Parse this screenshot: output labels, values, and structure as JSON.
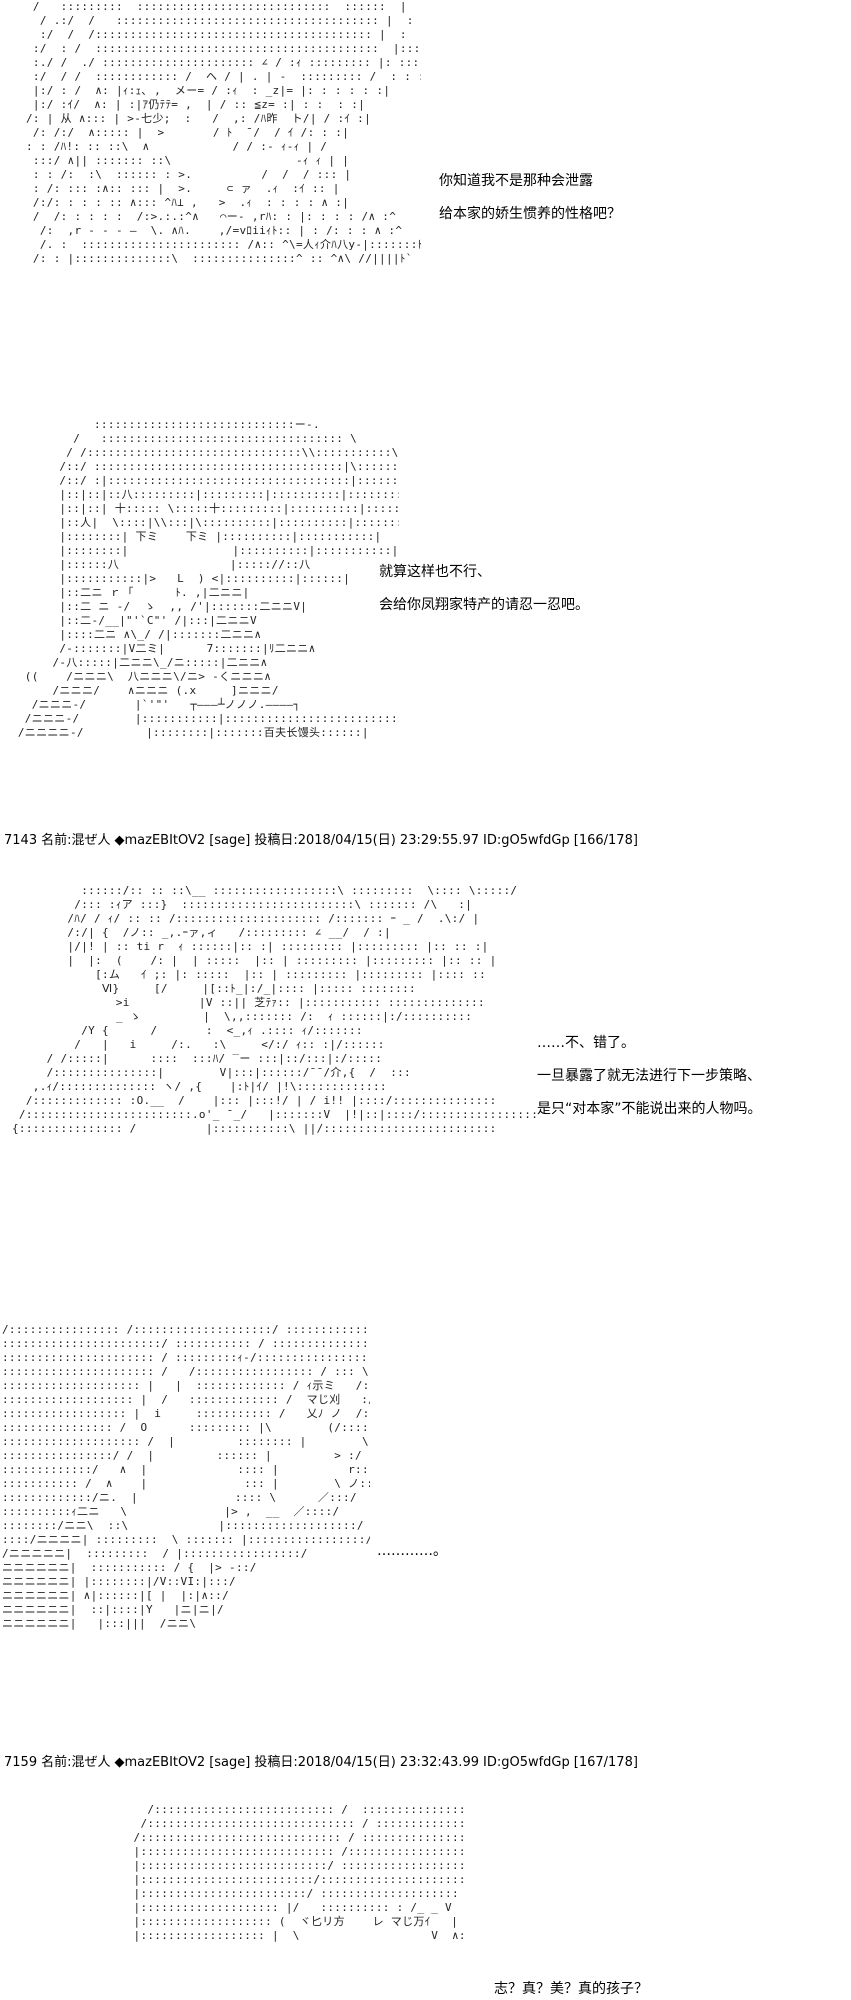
{
  "panels": [
    {
      "art": " /   :::::::::  ::::::::::::::::::::::::::::  ::::::  |  \\\n  / .:/  /   :::::::::::::::::::::::::::::::::::::: |  :  |\n  :/  /  /:::::::::::::::::::::::::::::::::::::::: |  :  :|\n :/  : /  :::::::::::::::::::::::::::::::::::::::::  |::::: |\n :./ /  ./ :::::::::::::::::::::: ∠ / :ｨ ::::::::: |: :::::: :|\n :/  / /  :::::::::::: /  ヘ / | . | -  ::::::::: /  : : : :|\n |:/ : /  ∧: |ｨ:ｪ､ ,  メー= / :ｨ  : _z|= |: : : : : :|\n |:/ :ｲ/  ∧: | :|ｱ仍ﾃﾃ= ,  | / :: ≦z= :| : :  : :|\n/: | 从 ∧::: | >-七少;  :   /  ,: /ﾊ昨  ト/| / :ｲ :|\n /: /:/  ∧::::: |  >       / ﾄ  ̄ /  / ｲ /: : :|\n: : /ﾊ!: :: ::\\  ∧            / / :- ｨ-ｨ | /\n :::/ ∧|| ::::::: ::\\                  -ｨ ｨ | |\n : : /:  :\\  :::::: : >.          /  /  / ::: |\n : /: ::: :∧:: ::: |  >.     ⊂ ァ  .ｨ  :ｲ :: |\n /:/: : : : :: ∧::: ^ﾊ⊥ ,   >  .ｨ  : : : : ∧ :|\n /  /: : : : :  /:>.:.:^∧   ⌒ー- ,rﾊ: : |: : : : /∧ :^\n  /:  ,r - - - ―  \\. ∧ﾊ.    ,/=vﾛiiｨﾄ:: | : /: : : ∧ :^\n  /. :  ::::::::::::::::::::::: /∧:: ^\\=人ｨ介ﾊ八y-|:::::::ﾄ ー - ^\n /: : |::::::::::::::\\  :::::::::::::::^ :: ^∧\\ //||||ﾄ` !/:::|:::::::::::::: \\",
      "dialog": [
        "你知道我不是那种会泄露",
        "给本家的娇生惯养的性格吧？"
      ]
    },
    {
      "art": "             :::::::::::::::::::::::::::::ー-.\n          /   ::::::::::::::::::::::::::::::::::: \\\n         / /:::::::::::::::::::::::::::::::\\\\:::::::::::\\\n        /::/ ::::::::::::::::::::::::::::::::::::|\\:::::::::\\\n        /::/ :|:::::::::::::::::::::::::::::::::::|::::::::::|\n        |::|::|::八:::::::::|:::::::::|::::::::::|:::::::::::|\n        |::|::| 十::::: \\:::::十:::::::::|::::::::::|:::::::::::|\n        |::人|  \\::::|\\\\:::|\\::::::::::|::::::::::|:::::::::::|\n        |::::::::| 下ミ    下ミ |::::::::::|:::::::::::|\n        |::::::::|               |::::::::::|:::::::::::|\n        |::::::八                |::::://::八\n        |:::::::::::|>   L  ) <|::::::::::|::::::|\n        |::二ニ ｒ ｢      ﾄ. ,|二ニニ|\n        |::二 ニ ‐/  ゝ  ,, /'|:::::::二ニニV|\n        |::二-/__|\"'`C\"' /|:::|二ニニV\n        |::::二ニ ∧\\_/ /|:::::::二ニニ∧\n        /-:::::::|V二ミ|      7:::::::|ﾘ二ニニ∧\n       /-八:::::|二ニニ\\_/ニ:::::|二ニニ∧\n   ((    /ニニニ\\  八ニニニ\\/ニ> ‐くニニニ∧\n       /ニニニ/    ∧ニニニ (.x     ]ニニニ/\n    /ニニニ-/       |`'\"'   ┬―――┴ノノノ.――――┐\n   /ニニニ-/        |:::::::::::|:::::::::::::::::::::::::::::::::|\n  /ニニニニ-/         |::::::::|:::::::百夫长馒头::::::|",
      "dialog": [
        "就算这样也不行、",
        "会给你凤翔家特产的请忍一忍吧。"
      ]
    },
    {
      "header": {
        "num": "7143",
        "name_label": "名前:",
        "name": "混ぜ人",
        "trip": "◆mazEBItOV2",
        "sage": "[sage]",
        "date_label": "投稿日:",
        "date": "2018/04/15(日) 23:29:55.97",
        "id": "ID:gO5wfdGp",
        "count": "[166/178]"
      },
      "art": "          ::::::/:: :: ::\\__ ::::::::::::::::::\\ :::::::::  \\:::: \\:::::/\n         /::: :ｨア :::}  :::::::::::::::::::::::::\\ ::::::: /\\   :|\n        /ﾊ/ / ｨ/ :: :: /::::::::::::::::::::: /::::::: ｰ _ /  .\\:/ |\n        /:/| {  /ノ:: _,.ｰァ,ィ   /::::::::: ∠ __/  / :|\n        |/|! | :: ti r  ｨ ::::::|:: :| ::::::::: |::::::::: |:: :: :|\n        |  |:  (    /: |  | :::::  |:: | ::::::::: |::::::::: |:: :: |\n            [:ム   ｲ ;: |: :::::  |:: | ::::::::: |::::::::: |:::: ::\n             Ⅵ}     [/     |[::ﾄ_|:/_|:::: |::::: ::::::::\n               >i          |V ::|| 芝ﾃｧ:: |::::::::::: ::::::::::::::\n               _ ゝ         |  \\,,::::::: /:  ｨ ::::::|:/::::::::::\n          /Y {      /       :  <_,ｨ .:::: ｨ/:::::::\n         /   |   i     /:.   :\\     </:/ ｨ:: :|/::::::\n     / /:::::|      ::::  :::ﾊ/ ‾ー :::|::/:::|:/:::::\n     /:::::::::::::::|        V|:::|::::::/¯¯/介,{  /  :::\n   ,.ｨ/:::::::::::::: ヽ/ ,{    |:ﾄ|ｲ/ |!\\:::::::::::::\n  /::::::::::::: :O.__  /    |::: |:::!/ | / i!! |::::/:::::::::::::::\n /::::::::::::::::::::::::.o'_ ¯_/   |:::::::V  |!|::|::::/:::::::::::::::::\n{::::::::::::::: /          |:::::::::::\\ ||/:::::::::::::::::::::::::",
      "dialog": [
        "……不、错了。",
        "一旦暴露了就无法进行下一步策略、",
        "是只“对本家”不能说出来的人物吗。"
      ]
    },
    {
      "art": "/:::::::::::::::: /::::::::::::::::::::/ :::::::::::::::::::: / :::::::::::::::::\n:::::::::::::::::::::::/ ::::::::::: / ::::::::::::::::::: / :::::::::::::::::::\n:::::::::::::::::::::: / :::::::::ｨ-/:::::::::::::::::::: / :::::::: -ｨ:::::::\n:::::::::::::::::::::: /   /::::::::::::::::: / ::: \\  ｲ  |:::::::|\n:::::::::::::::::::: |   |  ::::::::::::: / ｨ示ミ   /:::::::::|\n::::::::::::::::::: |  /   ::::::::::::: /  マじ刈   :/:::::::|\n:::::::::::::::::: |  i     ::::::::::: /   乂ﾉ ノ  /::::::::/\n:::::::::::::::: /  O      ::::::::: |\\        (/:::::::\n:::::::::::::::::::: /  |         :::::::: |        \\::::/\n::::::::::::::::/ /  |         :::::: |         > :/\n:::::::::::::/   ∧  |             :::: |          r::::/\n::::::::::: /  ∧    |              ::: |        \\ ノ::/\n:::::::::::::/ニ.  |              :::: \\      ／:::/\n::::::::::ｨ二ニ   \\              |> ,  __  ／::::/\n::::::::/ニニ\\  ::\\             |:::::::::::::::::::/\n::::/ニニニニ| :::::::::  \\ ::::::: |:::::::::::::::::/\n/ニニニニニ|  :::::::::  / |:::::::::::::::::/\nニニニニニニ|  ::::::::::: / {  |> ‐::/\nニニニニニニ| |::::::::|/V::VI:|:::/\nニニニニニニ| ∧|::::::|[ |  |:|∧::/\nニニニニニニ|  ::|::::|Y   |ニ|ニ|/\nニニニニニニ|   |:::|||  /ニニ\\",
      "dialog": [
        "…………。"
      ]
    },
    {
      "header": {
        "num": "7159",
        "name_label": "名前:",
        "name": "混ぜ人",
        "trip": "◆mazEBItOV2",
        "sage": "[sage]",
        "date_label": "投稿日:",
        "date": "2018/04/15(日) 23:32:43.99",
        "id": "ID:gO5wfdGp",
        "count": "[167/178]"
      },
      "art": "        /:::::::::::::::::::::::::: /  :::::::::::::::::: ⌒ ::::::::::::::: \\\n       /:::::::::::::::::::::::::::::: / ::::::::::::::::::::::::::::::::::: :::\\ \\\n      /::::::::::::::::::::::::::::: / ::::::::::::::::::::::::::::::::::::: :  \\\n      |:::::::::::::::::::::::::::: /:::::::::::::::::::::::::::::::::::::: :::   \\\n      |:::::::::::::::::::::::::::/ ::::::::::::::::::::::::::::::::::::::::   :\n      |:::::::::::::::::::::::::/:::::::::::::::::::::::: :: :: :: :::::::::::\n      |::::::::::::::::::::::::/ :::::::::::::::::::: /.∧   :|::::: :::::::\n      |:::::::::::::::::::: |/   :::::::::: : /_ _ V   :/ :| :::: /\n      |::::::::::::::::::: (  ヾ匕リ方    レ マじ万ｲ   |\n      |:::::::::::::::::: |  \\                   V  ∧::: |",
      "dialog": [
        "志？真？美？真的孩子？"
      ]
    }
  ]
}
